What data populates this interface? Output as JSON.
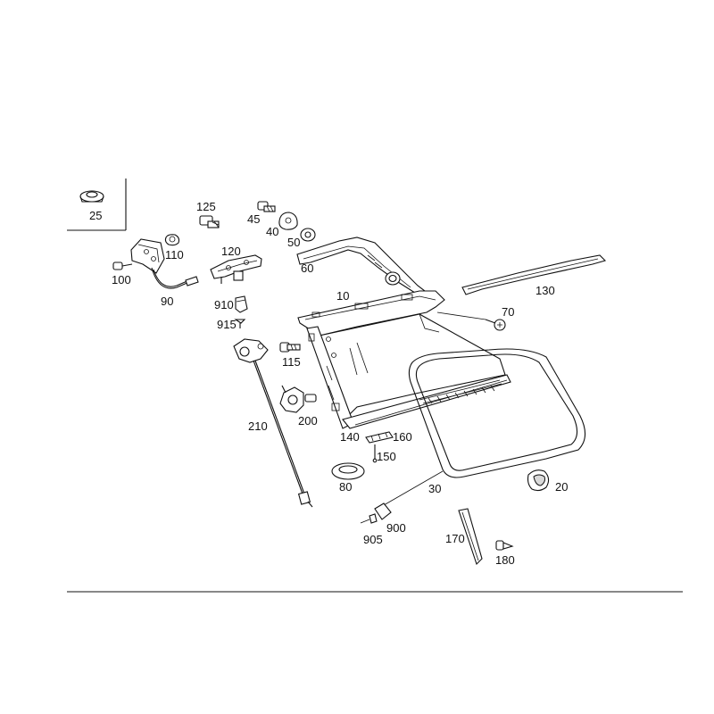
{
  "callouts": [
    {
      "id": "c25",
      "text": "25"
    },
    {
      "id": "c125",
      "text": "125"
    },
    {
      "id": "c45",
      "text": "45"
    },
    {
      "id": "c40",
      "text": "40"
    },
    {
      "id": "c50",
      "text": "50"
    },
    {
      "id": "c110",
      "text": "110"
    },
    {
      "id": "c120",
      "text": "120"
    },
    {
      "id": "c100",
      "text": "100"
    },
    {
      "id": "c60",
      "text": "60"
    },
    {
      "id": "c130",
      "text": "130"
    },
    {
      "id": "c90",
      "text": "90"
    },
    {
      "id": "c10",
      "text": "10"
    },
    {
      "id": "c910",
      "text": "910"
    },
    {
      "id": "c70",
      "text": "70"
    },
    {
      "id": "c915",
      "text": "915"
    },
    {
      "id": "c115",
      "text": "115"
    },
    {
      "id": "c210",
      "text": "210"
    },
    {
      "id": "c200",
      "text": "200"
    },
    {
      "id": "c140",
      "text": "140"
    },
    {
      "id": "c160",
      "text": "160"
    },
    {
      "id": "c150",
      "text": "150"
    },
    {
      "id": "c80",
      "text": "80"
    },
    {
      "id": "c30",
      "text": "30"
    },
    {
      "id": "c20",
      "text": "20"
    },
    {
      "id": "c900",
      "text": "900"
    },
    {
      "id": "c905",
      "text": "905"
    },
    {
      "id": "c170",
      "text": "170"
    },
    {
      "id": "c180",
      "text": "180"
    }
  ]
}
